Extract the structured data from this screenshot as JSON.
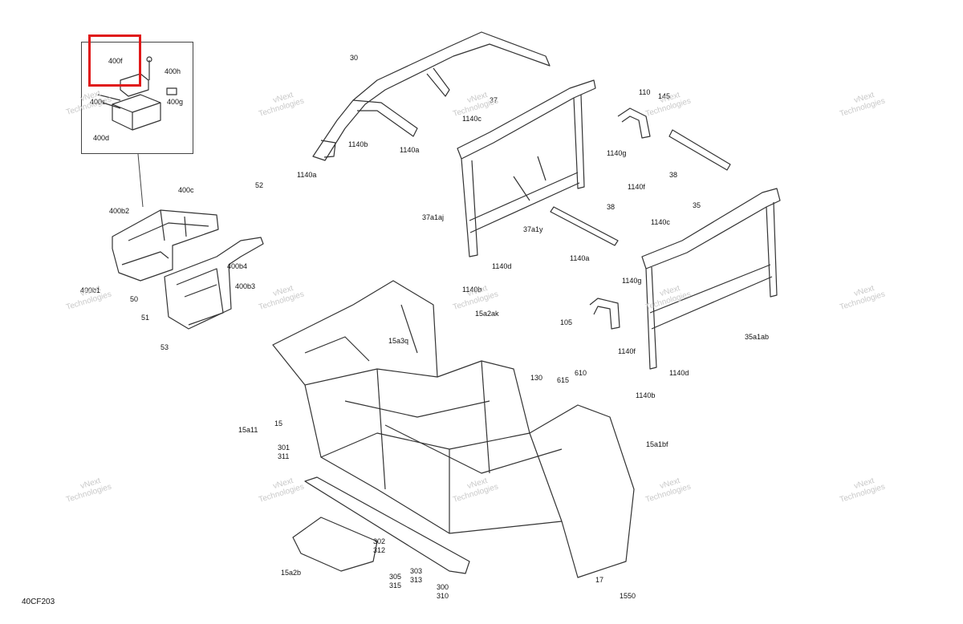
{
  "diagram": {
    "reference_code": "40CF203",
    "watermark": {
      "line1": "vNext",
      "line2": "Technologies"
    },
    "callouts": [
      {
        "id": "400f",
        "label": "400f"
      },
      {
        "id": "400h",
        "label": "400h"
      },
      {
        "id": "400s",
        "label": "400s"
      },
      {
        "id": "400g",
        "label": "400g"
      },
      {
        "id": "400d",
        "label": "400d"
      },
      {
        "id": "400c",
        "label": "400c"
      },
      {
        "id": "400b2",
        "label": "400b2"
      },
      {
        "id": "400b1",
        "label": "400b1"
      },
      {
        "id": "400b4",
        "label": "400b4"
      },
      {
        "id": "400b3",
        "label": "400b3"
      },
      {
        "id": "52",
        "label": "52"
      },
      {
        "id": "50",
        "label": "50"
      },
      {
        "id": "51",
        "label": "51"
      },
      {
        "id": "53",
        "label": "53"
      },
      {
        "id": "30",
        "label": "30"
      },
      {
        "id": "1140b_a",
        "label": "1140b"
      },
      {
        "id": "1140a_a",
        "label": "1140a"
      },
      {
        "id": "37",
        "label": "37"
      },
      {
        "id": "1140c_a",
        "label": "1140c"
      },
      {
        "id": "1140a_b",
        "label": "1140a"
      },
      {
        "id": "37a1aj",
        "label": "37a1aj"
      },
      {
        "id": "37a1y",
        "label": "37a1y"
      },
      {
        "id": "1140d_a",
        "label": "1140d"
      },
      {
        "id": "1140b_b",
        "label": "1140b"
      },
      {
        "id": "110",
        "label": "110"
      },
      {
        "id": "145",
        "label": "145"
      },
      {
        "id": "1140g_a",
        "label": "1140g"
      },
      {
        "id": "1140f_a",
        "label": "1140f"
      },
      {
        "id": "38_a",
        "label": "38"
      },
      {
        "id": "38_b",
        "label": "38"
      },
      {
        "id": "35",
        "label": "35"
      },
      {
        "id": "1140c_b",
        "label": "1140c"
      },
      {
        "id": "1140a_c",
        "label": "1140a"
      },
      {
        "id": "1140g_b",
        "label": "1140g"
      },
      {
        "id": "105",
        "label": "105"
      },
      {
        "id": "1140f_b",
        "label": "1140f"
      },
      {
        "id": "35a1ab",
        "label": "35a1ab"
      },
      {
        "id": "1140d_b",
        "label": "1140d"
      },
      {
        "id": "1140b_c",
        "label": "1140b"
      },
      {
        "id": "15a3q",
        "label": "15a3q"
      },
      {
        "id": "15a2ak",
        "label": "15a2ak"
      },
      {
        "id": "130",
        "label": "130"
      },
      {
        "id": "615",
        "label": "615"
      },
      {
        "id": "610",
        "label": "610"
      },
      {
        "id": "15a11",
        "label": "15a11"
      },
      {
        "id": "15",
        "label": "15"
      },
      {
        "id": "15a1bf",
        "label": "15a1bf"
      },
      {
        "id": "301",
        "label": "301"
      },
      {
        "id": "311",
        "label": "311"
      },
      {
        "id": "302",
        "label": "302"
      },
      {
        "id": "312",
        "label": "312"
      },
      {
        "id": "303",
        "label": "303"
      },
      {
        "id": "313",
        "label": "313"
      },
      {
        "id": "305",
        "label": "305"
      },
      {
        "id": "315",
        "label": "315"
      },
      {
        "id": "300",
        "label": "300"
      },
      {
        "id": "310",
        "label": "310"
      },
      {
        "id": "15a2b",
        "label": "15a2b"
      },
      {
        "id": "17",
        "label": "17"
      },
      {
        "id": "1550",
        "label": "1550"
      }
    ],
    "colors": {
      "line": "#333333",
      "highlight": "#e01919",
      "watermark": "#c9c9c9"
    }
  }
}
